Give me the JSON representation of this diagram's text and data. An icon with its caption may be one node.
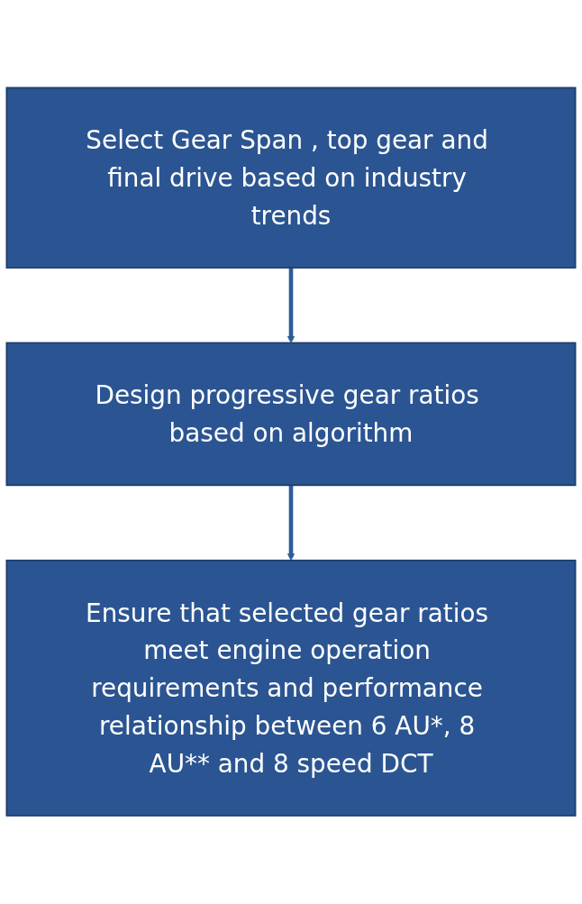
{
  "diagram": {
    "nodes": [
      {
        "text": [
          "Select Gear Span , top gear and final drive based on industry trends"
        ]
      },
      {
        "text": [
          "Design progressive gear ratios based on algorithm"
        ]
      },
      {
        "text": [
          "Ensure that selected gear ratios meet engine operation requirements and performance relationship between 6 AU*, 8 AU** and 8 speed DCT"
        ]
      }
    ],
    "edges": [
      {
        "from": 0,
        "to": 1,
        "arrow": "to"
      },
      {
        "from": 1,
        "to": 2,
        "arrow": "to"
      }
    ]
  }
}
